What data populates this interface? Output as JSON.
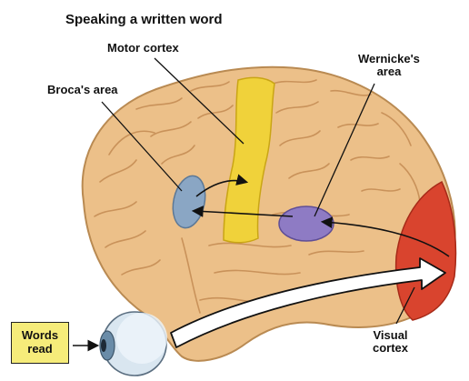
{
  "diagram": {
    "title": "Speaking a written word",
    "labels": {
      "motor_cortex": "Motor cortex",
      "brocas_area": "Broca's area",
      "wernickes_line1": "Wernicke's",
      "wernickes_line2": "area",
      "visual_line1": "Visual",
      "visual_line2": "cortex"
    },
    "input_box": {
      "line1": "Words",
      "line2": "read"
    },
    "colors": {
      "brain": "#ecc089",
      "motor_cortex": "#f0d23a",
      "brocas_area": "#8aa6c4",
      "wernickes_area": "#8e7bc4",
      "visual_cortex": "#d9442e",
      "input_box": "#f6ec7a"
    }
  }
}
